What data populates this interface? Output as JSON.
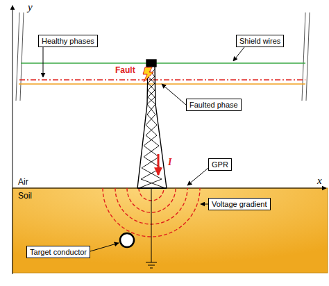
{
  "diagram": {
    "nodes": [
      {
        "text": [
          "Healthy phases"
        ]
      },
      {
        "text": [
          "Shield wires"
        ]
      },
      {
        "text": [
          "Faulted phase"
        ]
      },
      {
        "text": [
          "GPR"
        ]
      },
      {
        "text": [
          "Voltage gradient"
        ]
      },
      {
        "text": [
          "Target conductor"
        ]
      }
    ],
    "labels": [
      "y",
      "Fault",
      "I",
      "Air",
      "x",
      "Soil"
    ]
  }
}
